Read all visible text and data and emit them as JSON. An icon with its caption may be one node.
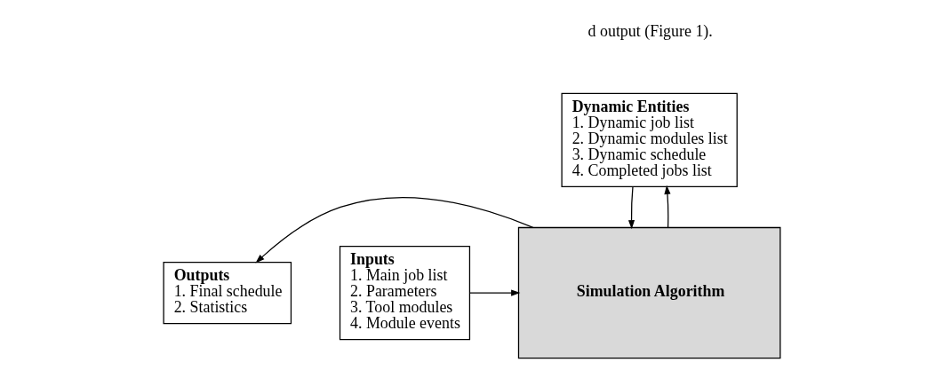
{
  "diagram": {
    "nodes": [
      {
        "text": [
          "Dynamic Entities",
          "1. Dynamic job list",
          "2. Dynamic modules list",
          "3. Dynamic schedule",
          "4. Completed jobs list"
        ]
      },
      {
        "text": [
          "Inputs",
          "1. Main job list",
          "2. Parameters",
          "3. Tool modules",
          "4. Module events"
        ]
      },
      {
        "text": [
          "Simulation Algorithm"
        ]
      },
      {
        "text": [
          "Outputs",
          "1. Final schedule",
          "2. Statistics"
        ]
      }
    ],
    "edges": [
      {
        "from": 0,
        "to": 2,
        "arrow": "to"
      },
      {
        "from": 2,
        "to": 0,
        "arrow": "to"
      },
      {
        "from": 1,
        "to": 2,
        "arrow": "to"
      },
      {
        "from": 2,
        "to": 3,
        "arrow": "to"
      }
    ],
    "labels": [
      "d output (Figure 1)."
    ]
  }
}
